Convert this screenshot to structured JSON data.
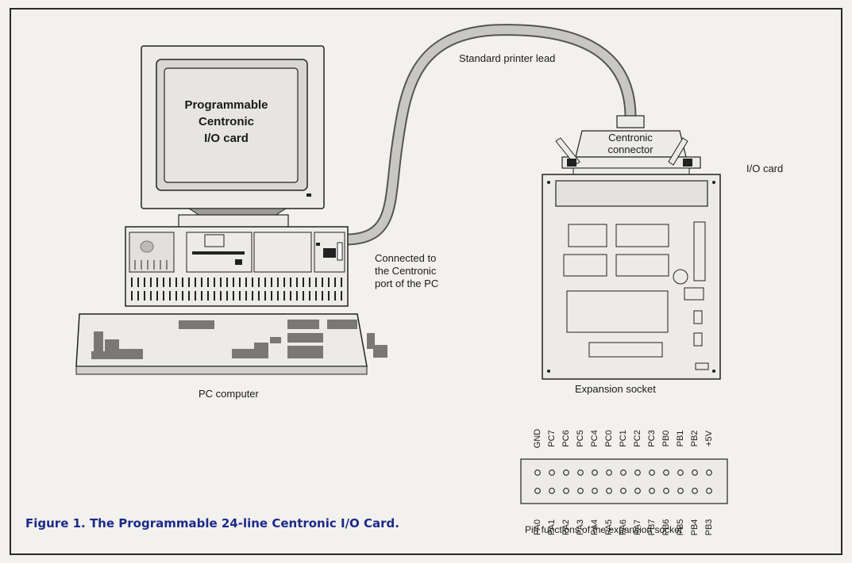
{
  "figure": {
    "caption": "Figure 1. The Programmable 24-line Centronic I/O Card.",
    "accent_color": "#1c2a8a"
  },
  "monitor": {
    "screen_lines": [
      "Programmable",
      "Centronic",
      "I/O card"
    ]
  },
  "labels": {
    "printer_lead": "Standard printer lead",
    "centronic_connector_lines": [
      "Centronic",
      "connector"
    ],
    "io_card": "I/O card",
    "connected_lines": [
      "Connected to",
      "the Centronic",
      "port of the PC"
    ],
    "pc_computer": "PC computer",
    "expansion_socket": "Expansion socket",
    "pin_functions": "Pin functions of the expansion socket"
  },
  "pins": {
    "top": [
      "GND",
      "PC7",
      "PC6",
      "PC5",
      "PC4",
      "PC0",
      "PC1",
      "PC2",
      "PC3",
      "PB0",
      "PB1",
      "PB2",
      "+5V"
    ],
    "bottom": [
      "PA0",
      "PA1",
      "PA2",
      "PA3",
      "PA4",
      "PA5",
      "PA6",
      "PA7",
      "PB7",
      "PB6",
      "PB5",
      "PB4",
      "PB3"
    ]
  }
}
